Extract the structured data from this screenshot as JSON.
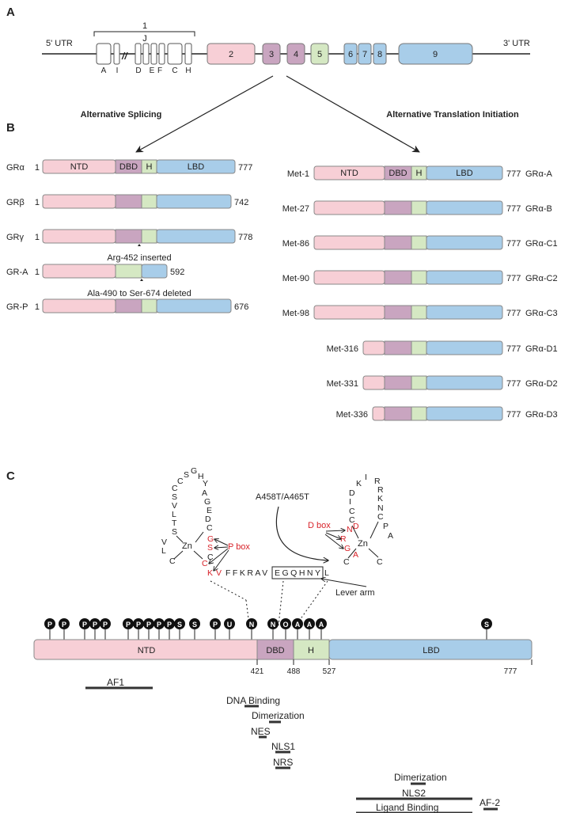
{
  "colors": {
    "ntd": "#f7cfd6",
    "dbd": "#c9a5c0",
    "hinge": "#d5e8c3",
    "lbd": "#a8cde9",
    "exon1": "#ffffff",
    "red": "#d8232a",
    "dark": "#222222"
  },
  "panelA": {
    "label": "A",
    "utr5": "5' UTR",
    "utr3": "3' UTR",
    "exon1_label": "1",
    "exon1_j": "J",
    "exon1_sub": [
      "A",
      "I",
      "D",
      "E",
      "F",
      "C",
      "H"
    ],
    "exons": [
      "2",
      "3",
      "4",
      "5",
      "6",
      "7",
      "8",
      "9"
    ],
    "arrow_left": "Alternative Splicing",
    "arrow_right": "Alternative Translation Initiation"
  },
  "panelB": {
    "label": "B",
    "splicing": [
      {
        "name": "GRα",
        "start": "1",
        "end": "777",
        "ntd": "NTD",
        "dbd": "DBD",
        "h": "H",
        "lbd": "LBD"
      },
      {
        "name": "GRβ",
        "start": "1",
        "end": "742"
      },
      {
        "name": "GRγ",
        "start": "1",
        "end": "778",
        "note": "Arg-452 inserted"
      },
      {
        "name": "GR-A",
        "start": "1",
        "end": "592",
        "note": "Ala-490 to Ser-674 deleted"
      },
      {
        "name": "GR-P",
        "start": "1",
        "end": "676"
      }
    ],
    "translation": [
      {
        "start": "Met-1",
        "end": "777",
        "name": "GRα-A",
        "ntd": "NTD",
        "dbd": "DBD",
        "h": "H",
        "lbd": "LBD"
      },
      {
        "start": "Met-27",
        "end": "777",
        "name": "GRα-B"
      },
      {
        "start": "Met-86",
        "end": "777",
        "name": "GRα-C1"
      },
      {
        "start": "Met-90",
        "end": "777",
        "name": "GRα-C2"
      },
      {
        "start": "Met-98",
        "end": "777",
        "name": "GRα-C3"
      },
      {
        "start": "Met-316",
        "end": "777",
        "name": "GRα-D1"
      },
      {
        "start": "Met-331",
        "end": "777",
        "name": "GRα-D2"
      },
      {
        "start": "Met-336",
        "end": "777",
        "name": "GRα-D3"
      }
    ]
  },
  "panelC": {
    "label": "C",
    "mutation": "A458T/A465T",
    "p_box": "P box",
    "d_box": "D box",
    "lever_arm": "Lever arm",
    "zn": "Zn",
    "finger1": {
      "loop": [
        "C",
        "S",
        "G",
        "H",
        "Y",
        "C",
        "S",
        "A",
        "G",
        "V",
        "E",
        "L",
        "D",
        "T",
        "S",
        "C",
        "C",
        "V",
        "L",
        "C",
        "G",
        "S",
        "C",
        "C",
        "K",
        "V"
      ],
      "tail": "FFKRAV",
      "boxed": "EGQHNY",
      "after": "L"
    },
    "finger2": {
      "loop": [
        "K",
        "I",
        "R",
        "D",
        "R",
        "K",
        "I",
        "N",
        "C",
        "C",
        "P",
        "A",
        "C",
        "N",
        "D",
        "R",
        "G",
        "A",
        "C",
        "C"
      ]
    },
    "ptm": [
      "P",
      "P",
      "P",
      "P",
      "P",
      "P",
      "P",
      "P",
      "P",
      "P",
      "S",
      "S",
      "P",
      "U",
      "N",
      "N",
      "O",
      "A",
      "A",
      "A",
      "S"
    ],
    "domains": {
      "ntd": "NTD",
      "dbd": "DBD",
      "h": "H",
      "lbd": "LBD"
    },
    "positions": [
      "421",
      "488",
      "527",
      "777"
    ],
    "functions": [
      "AF1",
      "DNA Binding",
      "Dimerization",
      "NES",
      "NLS1",
      "NRS",
      "Dimerization",
      "NLS2",
      "Ligand Binding",
      "AF-2"
    ]
  }
}
